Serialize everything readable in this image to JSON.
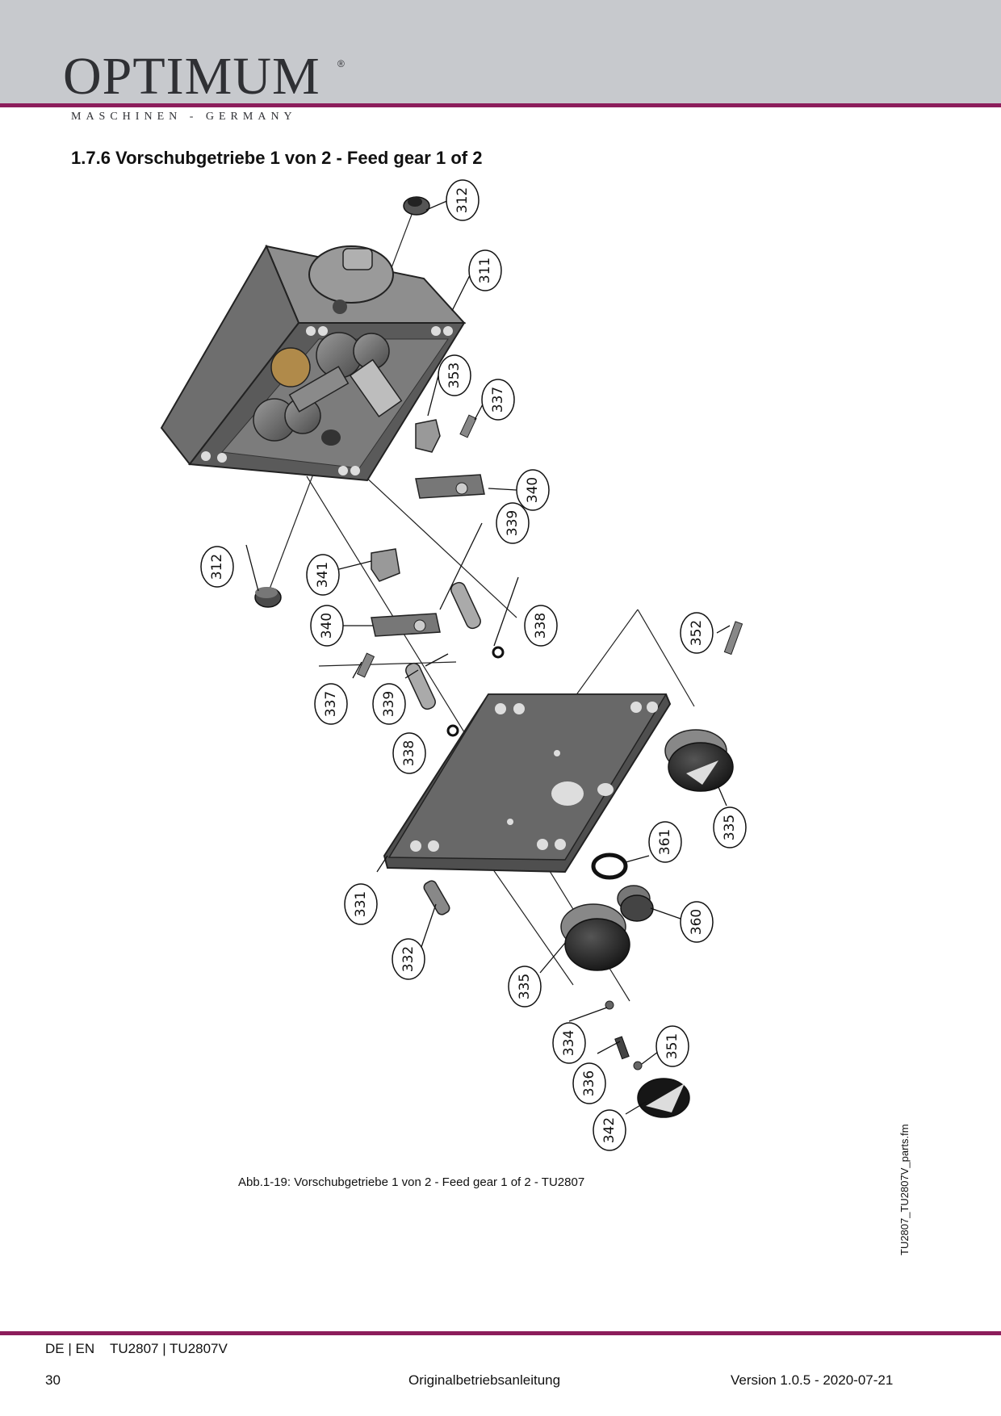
{
  "header": {
    "brand": "OPTIMUM",
    "registered_mark": "®",
    "tagline": "MASCHINEN - GERMANY"
  },
  "section": {
    "title": "1.7.6   Vorschubgetriebe 1 von 2 - Feed gear 1 of 2"
  },
  "figure": {
    "caption": "Abb.1-19:   Vorschubgetriebe 1 von 2 - Feed gear 1 of 2 - TU2807",
    "file_name": "TU2807_TU2807V_parts.fm",
    "part_labels": [
      "312",
      "311",
      "353",
      "337",
      "340",
      "312",
      "341",
      "339",
      "340",
      "338",
      "337",
      "339",
      "338",
      "352",
      "335",
      "361",
      "331",
      "360",
      "332",
      "335",
      "334",
      "351",
      "336",
      "342"
    ]
  },
  "footer": {
    "languages": "DE | EN",
    "models": "TU2807 | TU2807V",
    "page_number": "30",
    "document_type": "Originalbetriebsanleitung",
    "version": "Version 1.0.5 - 2020-07-21"
  },
  "colors": {
    "header_band": "#c7c9cd",
    "accent_rule": "#8c1d5b",
    "brand_text": "#2f3034"
  }
}
